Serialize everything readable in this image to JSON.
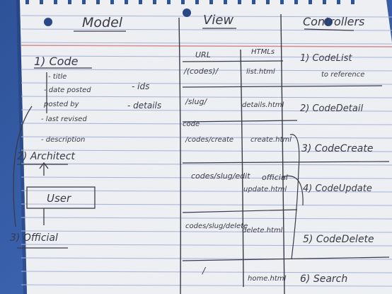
{
  "headings": {
    "model": "Model",
    "view": "View",
    "controllers": "Controllers"
  },
  "model_notes": {
    "section1": "1) Code",
    "fields": [
      "- title",
      "- date posted",
      "posted by",
      "- last revised",
      "- description"
    ],
    "section2": "2) Architect",
    "user_box": "User",
    "section3": "3) Official",
    "side_notes": [
      "- ids",
      "- details"
    ]
  },
  "view_table": {
    "headers": {
      "url": "URL",
      "html": "HTMLs"
    },
    "rows": [
      {
        "url": "/(codes)/",
        "html": "list.html"
      },
      {
        "url": "/slug/",
        "html": "details.html"
      },
      {
        "url": "/codes/create",
        "html": "create.html"
      },
      {
        "url": "codes/slug/edit",
        "html": "update.html"
      },
      {
        "url": "codes/slug/delete",
        "html": "delete.html"
      },
      {
        "url": "/",
        "html": "home.html"
      }
    ],
    "url_prefix_note": "code",
    "arrow_note": "official"
  },
  "controllers": [
    "1) CodeList",
    "to reference",
    "2) CodeDetail",
    "3) CodeCreate",
    "4) CodeUpdate",
    "5) CodeDelete",
    "6) Search"
  ],
  "colors": {
    "paper": "#eeeff3",
    "rule_line": "#a7b2d8",
    "margin_line": "#d98a8a",
    "ink": "#3a3a48",
    "background": "#2d5298"
  }
}
